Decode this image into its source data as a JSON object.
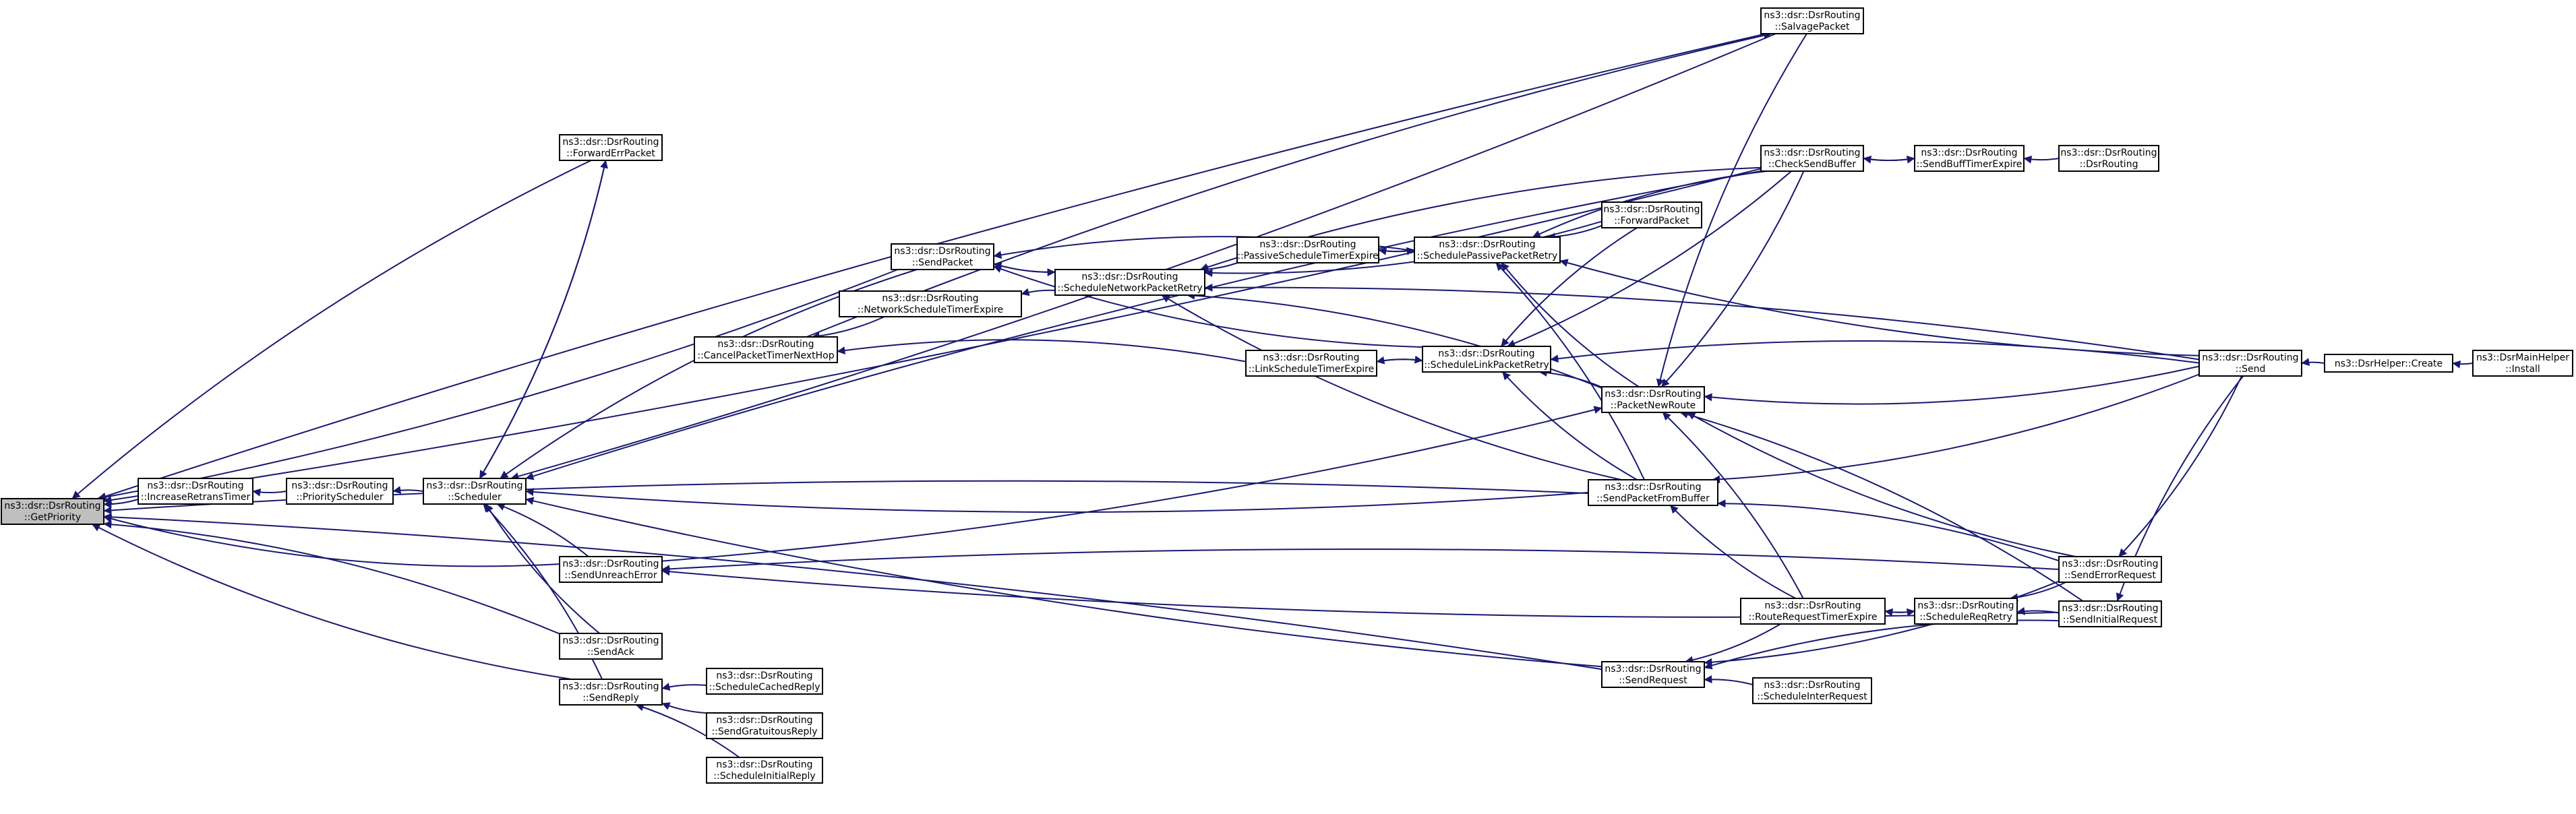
{
  "graph": {
    "title": "",
    "root": "GetPriority",
    "nodes": [
      {
        "id": "GetPriority",
        "line1": "ns3::dsr::DsrRouting",
        "line2": "::GetPriority",
        "root": true
      },
      {
        "id": "IncreaseRetransTimer",
        "line1": "ns3::dsr::DsrRouting",
        "line2": "::IncreaseRetransTimer"
      },
      {
        "id": "PriorityScheduler",
        "line1": "ns3::dsr::DsrRouting",
        "line2": "::PriorityScheduler"
      },
      {
        "id": "Scheduler",
        "line1": "ns3::dsr::DsrRouting",
        "line2": "::Scheduler"
      },
      {
        "id": "ForwardErrPacket",
        "line1": "ns3::dsr::DsrRouting",
        "line2": "::ForwardErrPacket"
      },
      {
        "id": "SendPacket",
        "line1": "ns3::dsr::DsrRouting",
        "line2": "::SendPacket"
      },
      {
        "id": "NetworkScheduleTimerExpire",
        "line1": "ns3::dsr::DsrRouting",
        "line2": "::NetworkScheduleTimerExpire"
      },
      {
        "id": "CancelPacketTimerNextHop",
        "line1": "ns3::dsr::DsrRouting",
        "line2": "::CancelPacketTimerNextHop"
      },
      {
        "id": "ScheduleNetworkPacketRetry",
        "line1": "ns3::dsr::DsrRouting",
        "line2": "::ScheduleNetworkPacketRetry"
      },
      {
        "id": "PassiveScheduleTimerExpire",
        "line1": "ns3::dsr::DsrRouting",
        "line2": "::PassiveScheduleTimerExpire"
      },
      {
        "id": "SchedulePassivePacketRetry",
        "line1": "ns3::dsr::DsrRouting",
        "line2": "::SchedulePassivePacketRetry"
      },
      {
        "id": "LinkScheduleTimerExpire",
        "line1": "ns3::dsr::DsrRouting",
        "line2": "::LinkScheduleTimerExpire"
      },
      {
        "id": "ScheduleLinkPacketRetry",
        "line1": "ns3::dsr::DsrRouting",
        "line2": "::ScheduleLinkPacketRetry"
      },
      {
        "id": "ForwardPacket",
        "line1": "ns3::dsr::DsrRouting",
        "line2": "::ForwardPacket"
      },
      {
        "id": "SalvagePacket",
        "line1": "ns3::dsr::DsrRouting",
        "line2": "::SalvagePacket"
      },
      {
        "id": "CheckSendBuffer",
        "line1": "ns3::dsr::DsrRouting",
        "line2": "::CheckSendBuffer"
      },
      {
        "id": "SendBuffTimerExpire",
        "line1": "ns3::dsr::DsrRouting",
        "line2": "::SendBuffTimerExpire"
      },
      {
        "id": "DsrRouting",
        "line1": "ns3::dsr::DsrRouting",
        "line2": "::DsrRouting"
      },
      {
        "id": "PacketNewRoute",
        "line1": "ns3::dsr::DsrRouting",
        "line2": "::PacketNewRoute"
      },
      {
        "id": "SendPacketFromBuffer",
        "line1": "ns3::dsr::DsrRouting",
        "line2": "::SendPacketFromBuffer"
      },
      {
        "id": "Send",
        "line1": "ns3::dsr::DsrRouting",
        "line2": "::Send"
      },
      {
        "id": "DsrHelperCreate",
        "line1": "ns3::DsrHelper::Create",
        "line2": ""
      },
      {
        "id": "DsrMainHelperInstall",
        "line1": "ns3::DsrMainHelper",
        "line2": "::Install"
      },
      {
        "id": "SendUnreachError",
        "line1": "ns3::dsr::DsrRouting",
        "line2": "::SendUnreachError"
      },
      {
        "id": "SendAck",
        "line1": "ns3::dsr::DsrRouting",
        "line2": "::SendAck"
      },
      {
        "id": "SendReply",
        "line1": "ns3::dsr::DsrRouting",
        "line2": "::SendReply"
      },
      {
        "id": "ScheduleCachedReply",
        "line1": "ns3::dsr::DsrRouting",
        "line2": "::ScheduleCachedReply"
      },
      {
        "id": "SendGratuitousReply",
        "line1": "ns3::dsr::DsrRouting",
        "line2": "::SendGratuitousReply"
      },
      {
        "id": "ScheduleInitialReply",
        "line1": "ns3::dsr::DsrRouting",
        "line2": "::ScheduleInitialReply"
      },
      {
        "id": "SendRequest",
        "line1": "ns3::dsr::DsrRouting",
        "line2": "::SendRequest"
      },
      {
        "id": "RouteRequestTimerExpire",
        "line1": "ns3::dsr::DsrRouting",
        "line2": "::RouteRequestTimerExpire"
      },
      {
        "id": "ScheduleReqRetry",
        "line1": "ns3::dsr::DsrRouting",
        "line2": "::ScheduleReqRetry"
      },
      {
        "id": "ScheduleInterRequest",
        "line1": "ns3::dsr::DsrRouting",
        "line2": "::ScheduleInterRequest"
      },
      {
        "id": "SendErrorRequest",
        "line1": "ns3::dsr::DsrRouting",
        "line2": "::SendErrorRequest"
      },
      {
        "id": "SendInitialRequest",
        "line1": "ns3::dsr::DsrRouting",
        "line2": "::SendInitialRequest"
      }
    ],
    "edges": [
      [
        "IncreaseRetransTimer",
        "GetPriority"
      ],
      [
        "ForwardErrPacket",
        "GetPriority"
      ],
      [
        "SendPacket",
        "GetPriority"
      ],
      [
        "SalvagePacket",
        "GetPriority"
      ],
      [
        "CheckSendBuffer",
        "GetPriority"
      ],
      [
        "SendPacketFromBuffer",
        "GetPriority"
      ],
      [
        "SendUnreachError",
        "GetPriority"
      ],
      [
        "SendAck",
        "GetPriority"
      ],
      [
        "SendReply",
        "GetPriority"
      ],
      [
        "SendRequest",
        "GetPriority"
      ],
      [
        "PriorityScheduler",
        "IncreaseRetransTimer"
      ],
      [
        "Scheduler",
        "PriorityScheduler"
      ],
      [
        "ForwardErrPacket",
        "Scheduler"
      ],
      [
        "SendPacket",
        "Scheduler"
      ],
      [
        "SalvagePacket",
        "Scheduler"
      ],
      [
        "CheckSendBuffer",
        "Scheduler"
      ],
      [
        "SendPacketFromBuffer",
        "Scheduler"
      ],
      [
        "SendUnreachError",
        "Scheduler"
      ],
      [
        "SendAck",
        "Scheduler"
      ],
      [
        "SendReply",
        "Scheduler"
      ],
      [
        "SendRequest",
        "Scheduler"
      ],
      [
        "Scheduler",
        "ForwardErrPacket"
      ],
      [
        "ScheduleNetworkPacketRetry",
        "SendPacket"
      ],
      [
        "SchedulePassivePacketRetry",
        "SendPacket"
      ],
      [
        "ScheduleLinkPacketRetry",
        "SendPacket"
      ],
      [
        "ScheduleNetworkPacketRetry",
        "NetworkScheduleTimerExpire"
      ],
      [
        "NetworkScheduleTimerExpire",
        "CancelPacketTimerNextHop"
      ],
      [
        "LinkScheduleTimerExpire",
        "CancelPacketTimerNextHop"
      ],
      [
        "CancelPacketTimerNextHop",
        "SalvagePacket"
      ],
      [
        "SendPacket",
        "ScheduleNetworkPacketRetry"
      ],
      [
        "PassiveScheduleTimerExpire",
        "ScheduleNetworkPacketRetry"
      ],
      [
        "CheckSendBuffer",
        "ScheduleNetworkPacketRetry"
      ],
      [
        "ForwardPacket",
        "ScheduleNetworkPacketRetry"
      ],
      [
        "PacketNewRoute",
        "ScheduleNetworkPacketRetry"
      ],
      [
        "SendPacketFromBuffer",
        "ScheduleNetworkPacketRetry"
      ],
      [
        "Send",
        "ScheduleNetworkPacketRetry"
      ],
      [
        "SchedulePassivePacketRetry",
        "PassiveScheduleTimerExpire"
      ],
      [
        "PassiveScheduleTimerExpire",
        "SchedulePassivePacketRetry"
      ],
      [
        "ForwardPacket",
        "SchedulePassivePacketRetry"
      ],
      [
        "CheckSendBuffer",
        "SchedulePassivePacketRetry"
      ],
      [
        "PacketNewRoute",
        "SchedulePassivePacketRetry"
      ],
      [
        "SendPacketFromBuffer",
        "SchedulePassivePacketRetry"
      ],
      [
        "Send",
        "SchedulePassivePacketRetry"
      ],
      [
        "ScheduleLinkPacketRetry",
        "LinkScheduleTimerExpire"
      ],
      [
        "LinkScheduleTimerExpire",
        "ScheduleLinkPacketRetry"
      ],
      [
        "ForwardPacket",
        "ScheduleLinkPacketRetry"
      ],
      [
        "CheckSendBuffer",
        "ScheduleLinkPacketRetry"
      ],
      [
        "PacketNewRoute",
        "ScheduleLinkPacketRetry"
      ],
      [
        "SendPacketFromBuffer",
        "ScheduleLinkPacketRetry"
      ],
      [
        "Send",
        "ScheduleLinkPacketRetry"
      ],
      [
        "SendBuffTimerExpire",
        "CheckSendBuffer"
      ],
      [
        "CheckSendBuffer",
        "SendBuffTimerExpire"
      ],
      [
        "DsrRouting",
        "SendBuffTimerExpire"
      ],
      [
        "SalvagePacket",
        "PacketNewRoute"
      ],
      [
        "CheckSendBuffer",
        "PacketNewRoute"
      ],
      [
        "SendUnreachError",
        "PacketNewRoute"
      ],
      [
        "Send",
        "PacketNewRoute"
      ],
      [
        "RouteRequestTimerExpire",
        "PacketNewRoute"
      ],
      [
        "SendErrorRequest",
        "PacketNewRoute"
      ],
      [
        "SendInitialRequest",
        "PacketNewRoute"
      ],
      [
        "Send",
        "SendPacketFromBuffer"
      ],
      [
        "SendErrorRequest",
        "SendPacketFromBuffer"
      ],
      [
        "RouteRequestTimerExpire",
        "SendPacketFromBuffer"
      ],
      [
        "DsrHelperCreate",
        "Send"
      ],
      [
        "DsrMainHelperInstall",
        "DsrHelperCreate"
      ],
      [
        "SendErrorRequest",
        "SendUnreachError"
      ],
      [
        "SendInitialRequest",
        "SendUnreachError"
      ],
      [
        "ScheduleCachedReply",
        "SendReply"
      ],
      [
        "SendGratuitousReply",
        "SendReply"
      ],
      [
        "ScheduleInitialReply",
        "SendReply"
      ],
      [
        "RouteRequestTimerExpire",
        "SendRequest"
      ],
      [
        "ScheduleInterRequest",
        "SendRequest"
      ],
      [
        "SendErrorRequest",
        "SendRequest"
      ],
      [
        "SendInitialRequest",
        "SendRequest"
      ],
      [
        "ScheduleReqRetry",
        "RouteRequestTimerExpire"
      ],
      [
        "RouteRequestTimerExpire",
        "ScheduleReqRetry"
      ],
      [
        "SendErrorRequest",
        "ScheduleReqRetry"
      ],
      [
        "SendInitialRequest",
        "ScheduleReqRetry"
      ],
      [
        "Send",
        "SendErrorRequest"
      ],
      [
        "Send",
        "SendInitialRequest"
      ]
    ]
  }
}
